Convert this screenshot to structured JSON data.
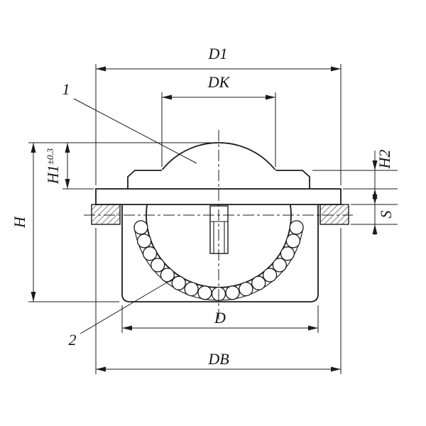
{
  "drawing": {
    "dim_labels": {
      "d1": "D1",
      "dk": "DK",
      "h": "H",
      "h1": "H1",
      "h1_tol": "±0.3",
      "h2": "H2",
      "s": "S",
      "d": "D",
      "db": "DB"
    },
    "callouts": {
      "c1": "1",
      "c2": "2"
    },
    "colors": {
      "line": "#1b1b1b",
      "background": "#ffffff"
    }
  }
}
